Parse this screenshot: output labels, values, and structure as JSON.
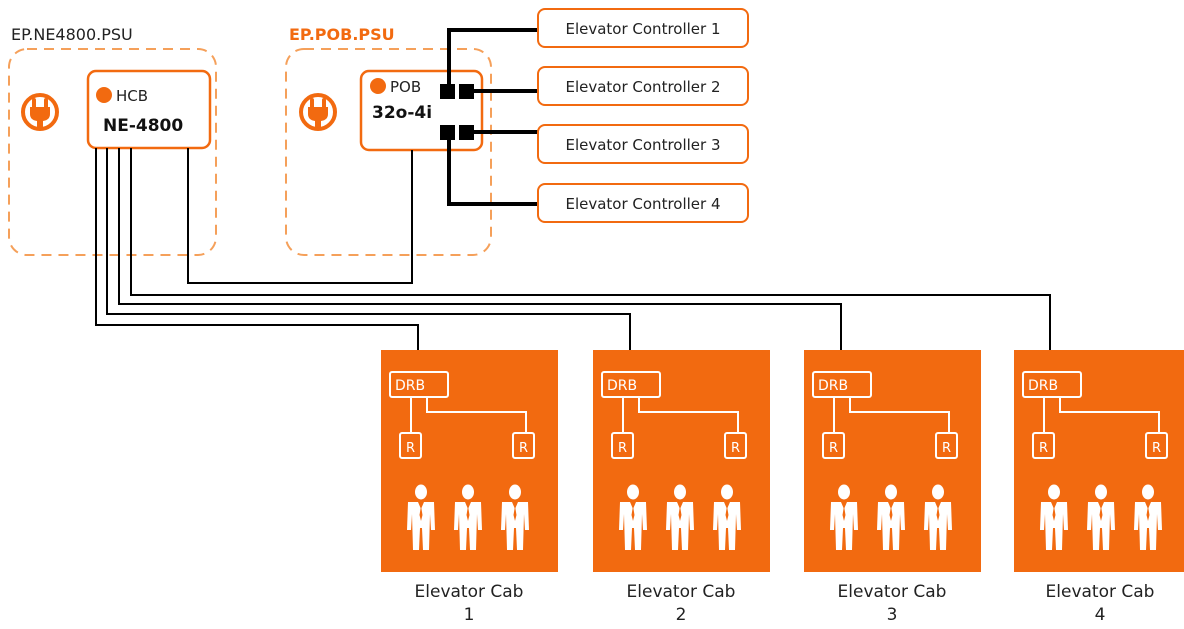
{
  "colors": {
    "accent": "#F26A10",
    "cab_fill": "#F26A10",
    "wire": "#000000",
    "text": "#222222",
    "white": "#FFFFFF"
  },
  "psu_left": {
    "label": "EP.NE4800.PSU",
    "icon": "power-plug-icon"
  },
  "psu_right": {
    "label": "EP.POB.PSU",
    "icon": "power-plug-icon"
  },
  "hcb": {
    "tag": "HCB",
    "model": "NE-4800"
  },
  "pob": {
    "tag": "POB",
    "model": "32o-4i"
  },
  "controllers": [
    {
      "label": "Elevator Controller 1"
    },
    {
      "label": "Elevator Controller 2"
    },
    {
      "label": "Elevator Controller 3"
    },
    {
      "label": "Elevator Controller 4"
    }
  ],
  "cabs": [
    {
      "drb": "DRB",
      "reader": "R",
      "line1": "Elevator Cab",
      "line2": "1"
    },
    {
      "drb": "DRB",
      "reader": "R",
      "line1": "Elevator Cab",
      "line2": "2"
    },
    {
      "drb": "DRB",
      "reader": "R",
      "line1": "Elevator Cab",
      "line2": "3"
    },
    {
      "drb": "DRB",
      "reader": "R",
      "line1": "Elevator Cab",
      "line2": "4"
    }
  ]
}
